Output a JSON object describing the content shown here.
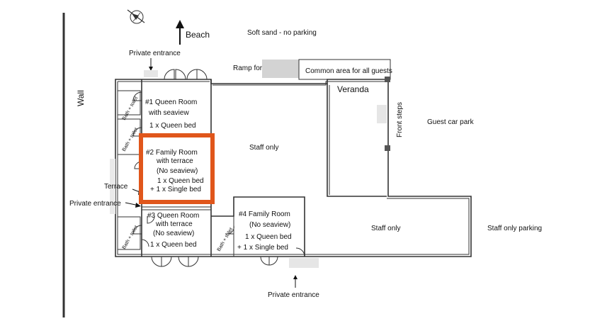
{
  "labels": {
    "wall": "Wall",
    "beach": "Beach",
    "soft_sand": "Soft sand - no parking",
    "private_entrance_top": "Private entrance",
    "ramp": "Ramp for wheelchair",
    "common_area": "Common area for all guests",
    "veranda": "Veranda",
    "front_steps": "Front steps",
    "guest_car_park": "Guest car park",
    "staff_only_center": "Staff only",
    "staff_only_right": "Staff only",
    "staff_only_parking": "Staff only parking",
    "terrace": "Terrace",
    "private_entrance_left": "Private entrance",
    "private_entrance_bottom": "Private entrance",
    "bath_toilet": "Bath + toilet"
  },
  "rooms": {
    "room1": {
      "title": "#1 Queen Room",
      "subtitle": "with seaview",
      "beds": [
        "1 x Queen bed"
      ]
    },
    "room2": {
      "title": "#2 Family Room",
      "subtitle": "with terrace",
      "note": "(No seaview)",
      "beds": [
        "1 x Queen bed",
        "+ 1 x Single bed"
      ]
    },
    "room3": {
      "title": "#3 Queen Room",
      "subtitle": "with terrace",
      "note": "(No seaview)",
      "beds": [
        "1 x Queen bed"
      ]
    },
    "room4": {
      "title": "#4 Family Room",
      "note": "(No seaview)",
      "beds": [
        "1 x Queen bed",
        "+ 1 x Single bed"
      ]
    }
  },
  "colors": {
    "highlight": "#e0561b",
    "lines": "#333333",
    "shade": "#e6e6e6"
  },
  "icons": [
    "compass-icon",
    "arrow-up-icon",
    "arrow-down-icon",
    "arrow-right-icon"
  ]
}
